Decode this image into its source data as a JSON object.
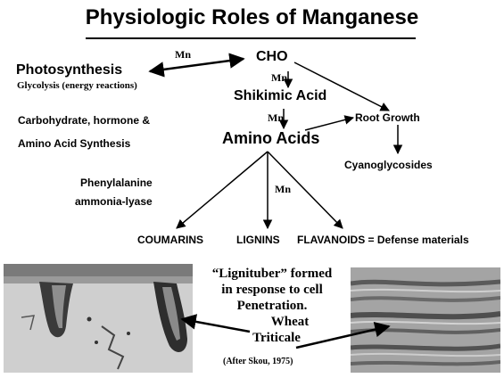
{
  "title": "Physiologic Roles of Manganese",
  "nodes": {
    "cho": "CHO",
    "photosynthesis": "Photosynthesis",
    "glycolysis": "Glycolysis (energy reactions)",
    "shikimic": "Shikimic Acid",
    "carbo_synth_1": "Carbohydrate, hormone &",
    "carbo_synth_2": "Amino Acid Synthesis",
    "amino_acids": "Amino Acids",
    "root_growth": "Root Growth",
    "cyanoglycosides": "Cyanoglycosides",
    "pal_1": "Phenylalanine",
    "pal_2": "ammonia-lyase",
    "coumarins": "COUMARINS",
    "lignins": "LIGNINS",
    "flavanoids": "FLAVANOIDS = Defense materials"
  },
  "mn_labels": {
    "photo": "Mn",
    "cho_shikimic": "Mn",
    "shikimic_amino": "Mn",
    "amino_lignins": "Mn"
  },
  "caption": {
    "line1": "“Lignituber” formed",
    "line2": "in response to cell",
    "line3": "Penetration.",
    "wheat": "Wheat",
    "triticale": "Triticale",
    "credit": "(After Skou, 1975)"
  }
}
